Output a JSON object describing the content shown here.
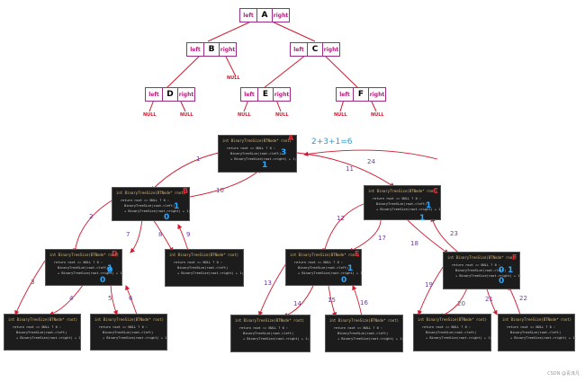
{
  "tree": {
    "nodes": [
      {
        "name": "A",
        "left": "left",
        "right": "right"
      },
      {
        "name": "B",
        "left": "left",
        "right": "right"
      },
      {
        "name": "C",
        "left": "left",
        "right": "right"
      },
      {
        "name": "D",
        "left": "left",
        "right": "right"
      },
      {
        "name": "E",
        "left": "left",
        "right": "right"
      },
      {
        "name": "F",
        "left": "left",
        "right": "right"
      }
    ],
    "null_label": "NULL"
  },
  "recursion": {
    "frames": [
      {
        "label": "A",
        "ret": "3"
      },
      {
        "label": "B",
        "ret": "1"
      },
      {
        "label": "C",
        "ret": "1"
      },
      {
        "label": "D",
        "ret": "1"
      },
      {
        "label": "E",
        "ret": "1"
      },
      {
        "label": "F",
        "ret": "1"
      },
      {
        "label": "",
        "ret": ""
      },
      {
        "label": "",
        "ret": ""
      },
      {
        "label": "",
        "ret": ""
      },
      {
        "label": "",
        "ret": ""
      },
      {
        "label": "",
        "ret": ""
      },
      {
        "label": "",
        "ret": ""
      },
      {
        "label": "",
        "ret": ""
      }
    ],
    "code": {
      "header": "int BinaryTreeSize(BTNode* root)",
      "line1": "return root == NULL ? 0 :",
      "line2": "BinaryTreeSize(root->left)",
      "line3": "+ BinaryTreeSize(root->right) + 1;"
    },
    "zero_values": [
      "0",
      "0",
      "0",
      "0",
      "0",
      "0"
    ],
    "steps": [
      "1",
      "2",
      "3",
      "4",
      "5",
      "6",
      "7",
      "8",
      "9",
      "10",
      "11",
      "12",
      "13",
      "14",
      "15",
      "16",
      "17",
      "18",
      "19",
      "20",
      "21",
      "22",
      "23",
      "24"
    ],
    "sum": "2+3+1=6"
  },
  "watermark": "CSDN @青沫凡",
  "colors": {
    "node_border": "#9b2d8a",
    "null": "#d0192f",
    "arrow": "#d0192f",
    "return_value": "#2aa9ff",
    "step": "#6b3fa0"
  }
}
